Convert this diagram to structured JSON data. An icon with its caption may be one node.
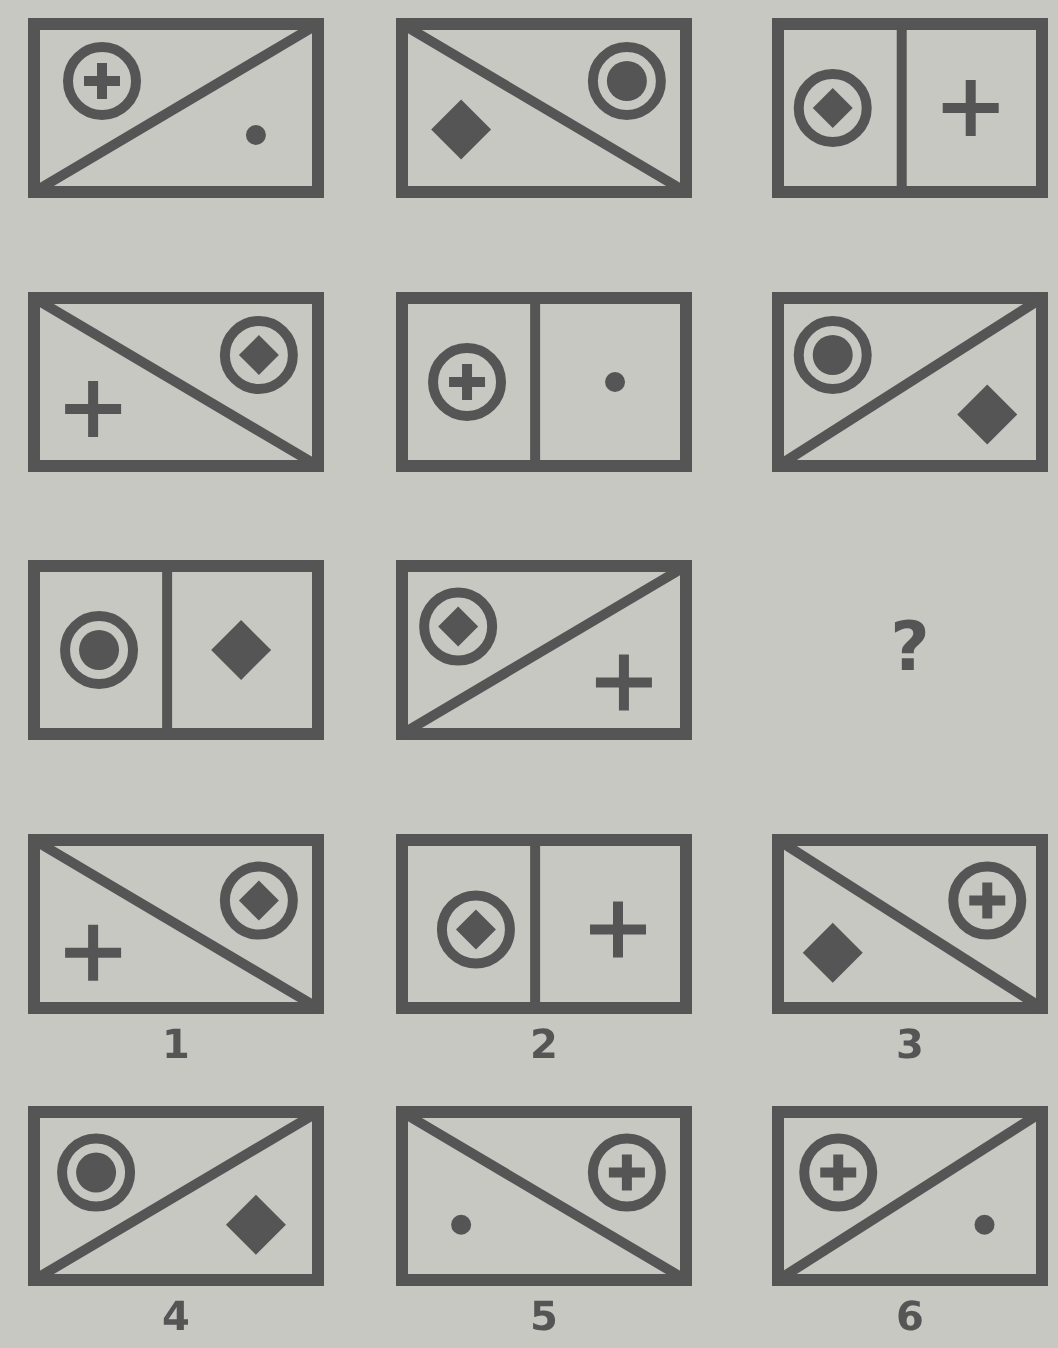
{
  "diagram": {
    "labels": [
      "?",
      "1",
      "2",
      "3",
      "4",
      "5",
      "6"
    ]
  }
}
